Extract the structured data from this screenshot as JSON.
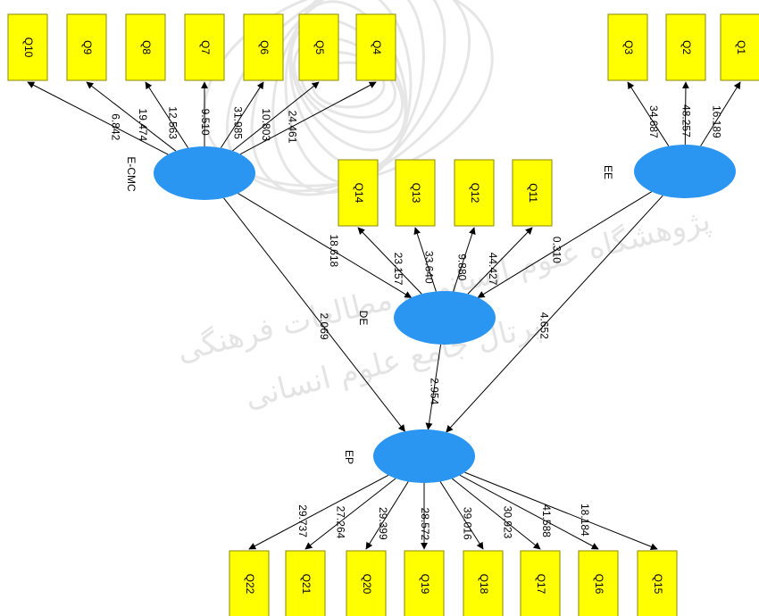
{
  "watermark": {
    "line1": "پرتال جامع علوم انسانی",
    "line2": "پژوهشگاه علوم انسانی و مطالعات فرهنگی"
  },
  "colors": {
    "indicator_fill": "#ffff00",
    "indicator_stroke": "#8a8a00",
    "construct_fill": "#2b95f2",
    "arrow": "#000000",
    "watermark": "#cfcfcf"
  },
  "constructs": [
    {
      "id": "ECMC",
      "label": "E-CMC"
    },
    {
      "id": "EE",
      "label": "EE"
    },
    {
      "id": "DE",
      "label": "DE"
    },
    {
      "id": "EP",
      "label": "EP"
    }
  ],
  "indicators": {
    "ECMC": [
      "Q10",
      "Q9",
      "Q8",
      "Q7",
      "Q6",
      "Q5",
      "Q4"
    ],
    "EE": [
      "Q3",
      "Q2",
      "Q1"
    ],
    "DE": [
      "Q14",
      "Q13",
      "Q12",
      "Q11"
    ],
    "EP": [
      "Q22",
      "Q21",
      "Q20",
      "Q19",
      "Q18",
      "Q17",
      "Q16",
      "Q15"
    ]
  },
  "loadings": {
    "ECMC": [
      "6.842",
      "19.474",
      "12.563",
      "9.510",
      "31.985",
      "10.803",
      "24.461"
    ],
    "EE": [
      "34.687",
      "48.257",
      "16.189"
    ],
    "DE": [
      "23.157",
      "33.640",
      "9.880",
      "44.427"
    ],
    "EP": [
      "29.737",
      "27.264",
      "29.399",
      "28.572",
      "39.016",
      "30.923",
      "41.588",
      "18.184"
    ]
  },
  "paths": [
    {
      "from": "ECMC",
      "to": "DE",
      "value": "18.618"
    },
    {
      "from": "ECMC",
      "to": "EP",
      "value": "2.069"
    },
    {
      "from": "EE",
      "to": "DE",
      "value": "0.310"
    },
    {
      "from": "EE",
      "to": "EP",
      "value": "4.652"
    },
    {
      "from": "DE",
      "to": "EP",
      "value": "2.954"
    }
  ]
}
